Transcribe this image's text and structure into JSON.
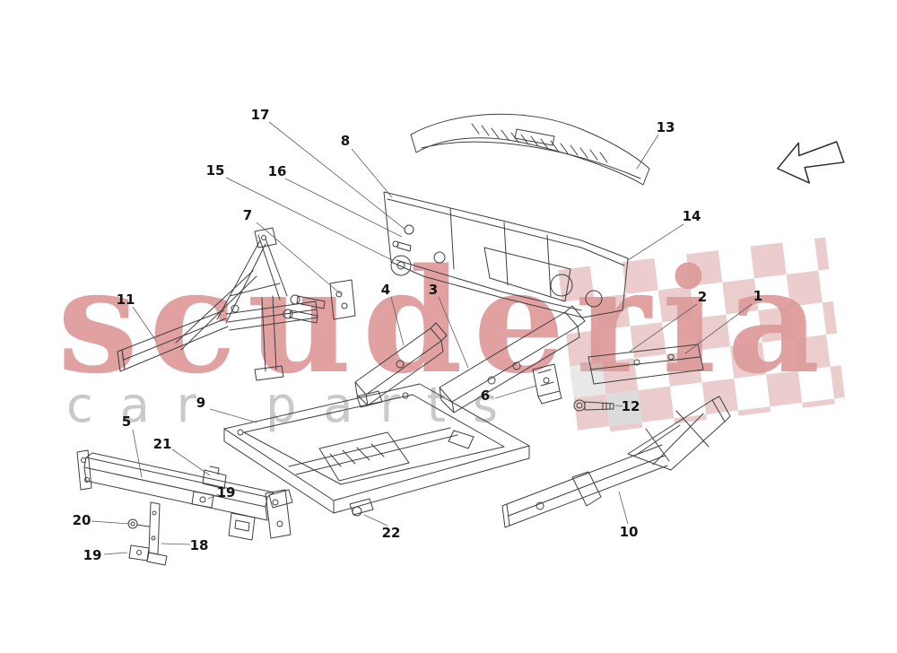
{
  "page": {
    "background_color": "#ffffff",
    "drawing_line_color": "#3f3f3f"
  },
  "watermark": {
    "brand": "scuderia",
    "tagline": "car parts",
    "brand_color": "#db8d8d",
    "tagline_color": "#c9c9c9",
    "checker_color": "#d89a9a"
  },
  "direction_arrow": {
    "icon": "arrow-pointing-left"
  },
  "callouts": [
    {
      "text": "17"
    },
    {
      "text": "8"
    },
    {
      "text": "13"
    },
    {
      "text": "15"
    },
    {
      "text": "16"
    },
    {
      "text": "7"
    },
    {
      "text": "14"
    },
    {
      "text": "11"
    },
    {
      "text": "4"
    },
    {
      "text": "3"
    },
    {
      "text": "2"
    },
    {
      "text": "1"
    },
    {
      "text": "5"
    },
    {
      "text": "9"
    },
    {
      "text": "6"
    },
    {
      "text": "12"
    },
    {
      "text": "21"
    },
    {
      "text": "19"
    },
    {
      "text": "20"
    },
    {
      "text": "18"
    },
    {
      "text": "19"
    },
    {
      "text": "10"
    },
    {
      "text": "22"
    }
  ]
}
